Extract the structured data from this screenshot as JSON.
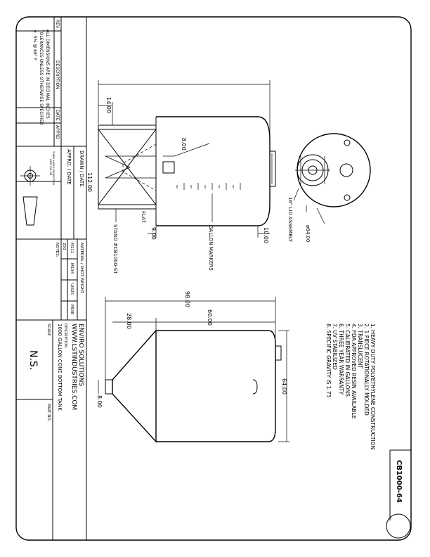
{
  "title_block": {
    "company": "ENVIRO SOLUTIONS",
    "website": "WWW.LSTINDUSTRIES.COM",
    "description_label": "DESCRIPTION",
    "description": "1000 GALLON CONE BOTTOM TANK",
    "scale_label": "SCALE",
    "scale": "N.S.",
    "part_label": "PART NO.",
    "drawn_date_label": "DRAWN / DATE",
    "approved_date_label": "APPRD. / DATE",
    "material_label": "MATERIAL / SHOT WEIGHT",
    "materials": [
      "M111",
      "M134",
      "UI625",
      "P838"
    ],
    "shot_weight": "250",
    "notes_label": "NOTES:"
  },
  "revision_block": {
    "rev_label": "REV",
    "description_label": "DESCRIPTION",
    "date_label": "DATE",
    "approved_label": "APPRD",
    "tolerance_lines": [
      "ALL DIMENSIONS ARE IN DECIMAL INCHES",
      "TOLERANCES UNLESS OTHERWISE SPECIFIED",
      "± .5% @ 68° F"
    ],
    "projection_label_1": "THIRD ANGLE PROJECTION",
    "projection_label_2": "ANSI Y14.3M"
  },
  "part_number": "CB1000-64",
  "features": [
    "1. HEAVY DUTY POLYETHYLENE CONSTRUCTION",
    "2. 1 PIECE ROTATIONALLY MOLDED",
    "3. TRANSLUCENT",
    "4. FDA APPROVED RESIN AVAILABLE",
    "5. CALIBRATED IN GALLONS",
    "6. THREE YEAR WARRANTY",
    "7. UV STABILIZED",
    "8. SPECIFIC GRAVITY IS 1.75"
  ],
  "dimensions": {
    "overall_height": "112.00",
    "stand_leg": "14.00",
    "flat": "8.00",
    "bottom_clearance": "9.00",
    "top_dome": "10.00",
    "top_diameter": "ø64.00",
    "side_total_height": "98.00",
    "cone_height": "28.00",
    "cylinder_height": "60.00",
    "side_diameter": "64.00",
    "outlet": "8.00"
  },
  "callouts": {
    "flat": "FLAT",
    "gallon_markers": "GALLON MARKERS",
    "stand": "STAND #CB1000-ST",
    "lid_assembly": "16\" LID ASSEMBLY"
  }
}
